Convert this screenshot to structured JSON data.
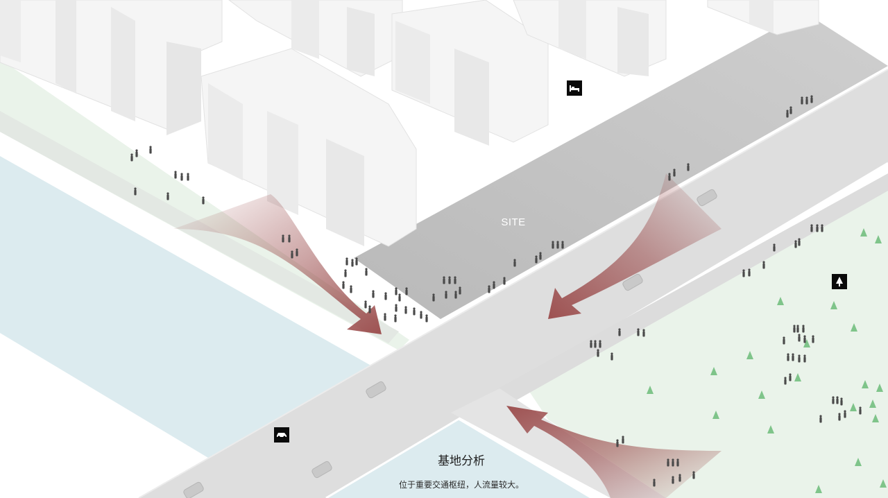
{
  "diagram": {
    "site_label": "SITE",
    "title": "基地分析",
    "subtitle": "位于重要交通枢纽，人流量较大。"
  },
  "icons": {
    "hotel": "bed-icon",
    "park": "tree-icon",
    "traffic": "car-icon"
  },
  "colors": {
    "water": "#dcebef",
    "green": "#eaf3ea",
    "road": "#dedede",
    "site": "#bdbdbd",
    "building": "#f4f4f4",
    "arrow": "#9a4a4a",
    "tree": "#7fc48a",
    "person": "#4a4a4a"
  }
}
